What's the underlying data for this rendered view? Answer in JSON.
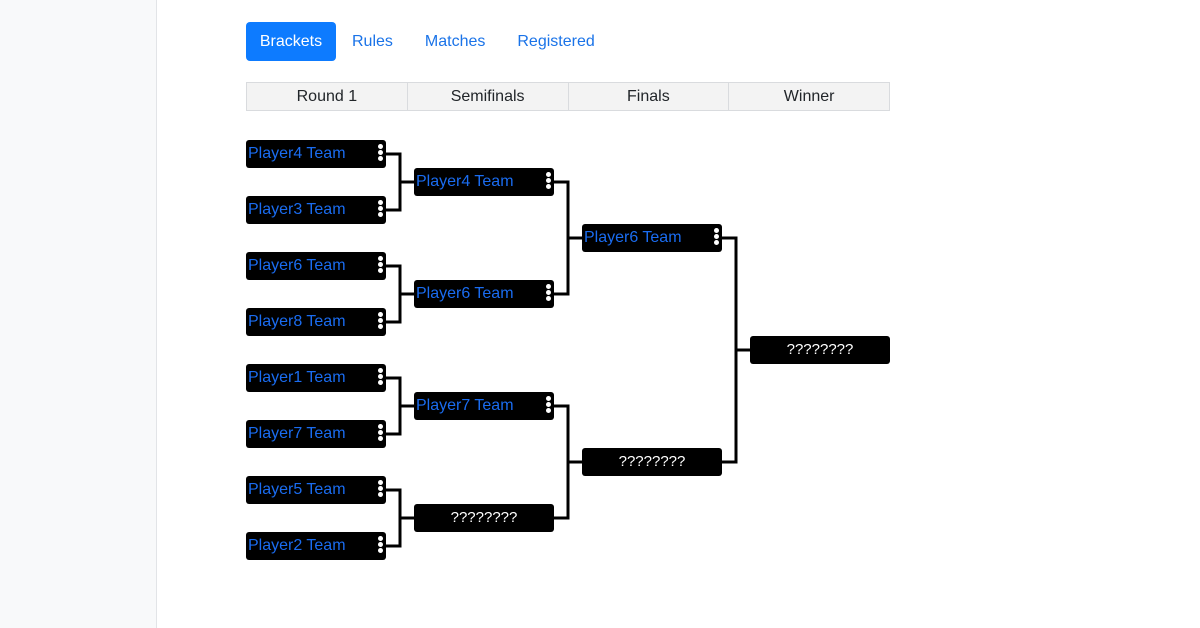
{
  "tabs": [
    {
      "label": "Brackets",
      "active": true
    },
    {
      "label": "Rules"
    },
    {
      "label": "Matches"
    },
    {
      "label": "Registered"
    }
  ],
  "rounds": [
    "Round 1",
    "Semifinals",
    "Finals",
    "Winner"
  ],
  "bracket": {
    "round1": [
      "Player4 Team",
      "Player3 Team",
      "Player6 Team",
      "Player8 Team",
      "Player1 Team",
      "Player7 Team",
      "Player5 Team",
      "Player2 Team"
    ],
    "semifinals": [
      "Player4 Team",
      "Player6 Team",
      "Player7 Team",
      "????????"
    ],
    "finals": [
      "Player6 Team",
      "????????"
    ],
    "winner": [
      "????????"
    ]
  },
  "colors": {
    "accent": "#0d7bff",
    "link": "#1a6cf0",
    "match_bg": "#000000"
  }
}
